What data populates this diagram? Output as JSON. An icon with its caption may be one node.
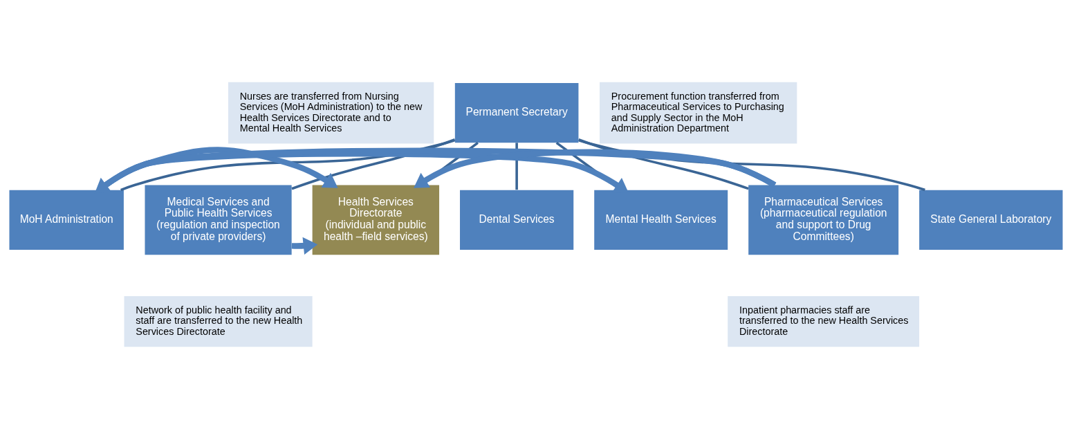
{
  "diagram": {
    "nodes": [
      {
        "text": [
          "Permanent Secretary"
        ]
      },
      {
        "text": [
          "MoH Administration"
        ]
      },
      {
        "text": [
          "Medical Services and Public Health Services",
          "(regulation and inspection of private providers)"
        ]
      },
      {
        "text": [
          "Health Services Directorate",
          "(individual and public health –field services)"
        ]
      },
      {
        "text": [
          "Dental Services"
        ]
      },
      {
        "text": [
          "Mental Health Services"
        ]
      },
      {
        "text": [
          "Pharmaceutical Services",
          "(pharmaceutical regulation and support to Drug Committees)"
        ]
      },
      {
        "text": [
          "State General Laboratory"
        ]
      },
      {
        "text": [
          "Nurses are transferred from Nursing Services (MoH Administration) to the new Health Services Directorate and to Mental Health Services"
        ]
      },
      {
        "text": [
          "Procurement function transferred from Pharmaceutical Services to Purchasing and Supply Sector in the MoH Administration Department"
        ]
      },
      {
        "text": [
          "Network of public health facility and staff are transferred to the new Health Services Directorate"
        ]
      },
      {
        "text": [
          "Inpatient pharmacies staff are transferred to the new Health Services Directorate"
        ]
      }
    ],
    "edges": [
      {
        "from": 0,
        "to": 1,
        "arrow": "none"
      },
      {
        "from": 0,
        "to": 2,
        "arrow": "none"
      },
      {
        "from": 0,
        "to": 3,
        "arrow": "none"
      },
      {
        "from": 0,
        "to": 4,
        "arrow": "none"
      },
      {
        "from": 0,
        "to": 5,
        "arrow": "none"
      },
      {
        "from": 0,
        "to": 6,
        "arrow": "none"
      },
      {
        "from": 0,
        "to": 7,
        "arrow": "none"
      },
      {
        "from": 1,
        "to": 3,
        "arrow": "to",
        "style": "thick",
        "color": "#4f81bd"
      },
      {
        "from": 1,
        "to": 5,
        "arrow": "to",
        "style": "thick",
        "color": "#4f81bd"
      },
      {
        "from": 6,
        "to": 1,
        "arrow": "to",
        "style": "thick",
        "color": "#4f81bd"
      },
      {
        "from": 2,
        "to": 3,
        "arrow": "to",
        "style": "thick",
        "color": "#4f81bd"
      },
      {
        "from": 6,
        "to": 3,
        "arrow": "to",
        "style": "thick",
        "color": "#4f81bd"
      }
    ]
  }
}
